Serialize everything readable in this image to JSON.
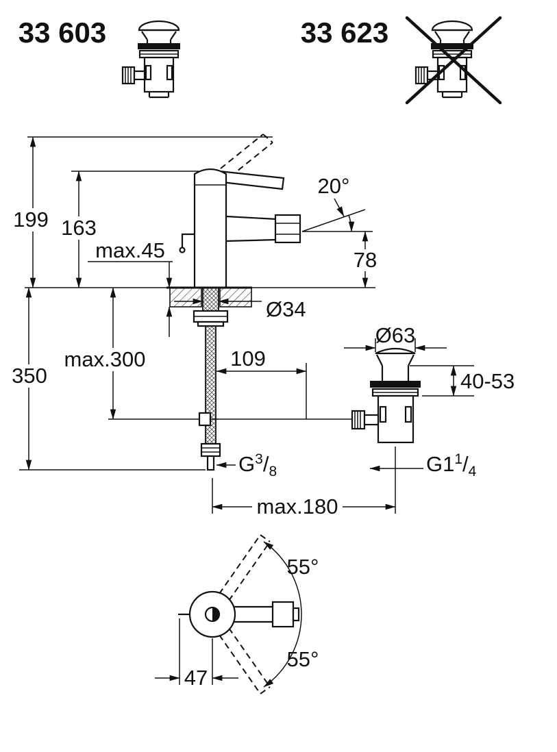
{
  "page": {
    "background": "#ffffff",
    "ink": "#111111"
  },
  "products": {
    "left": {
      "model": "33 603"
    },
    "right": {
      "model": "33 623",
      "crossed_out": true
    }
  },
  "front_view": {
    "dims": {
      "total_height": "199",
      "body_height": "163",
      "deck_thickness_max": "max.45",
      "spray_angle": "20°",
      "outlet_height": "78",
      "shank_diameter": "Ø34",
      "hose_length_max": "max.300",
      "install_depth": "350",
      "offset_center": "109",
      "drain_flange_diameter": "Ø63",
      "drain_deck_range": "40-53",
      "rod_reach_max": "max.180",
      "hose_thread": {
        "prefix": "G",
        "numerator": "3",
        "slash": "/",
        "denominator": "8"
      },
      "drain_thread": {
        "prefix": "G1",
        "numerator": "1",
        "slash": "/",
        "denominator": "4"
      }
    }
  },
  "top_view": {
    "dims": {
      "swivel_angle_upper": "55°",
      "swivel_angle_lower": "55°",
      "rod_offset": "47"
    }
  }
}
